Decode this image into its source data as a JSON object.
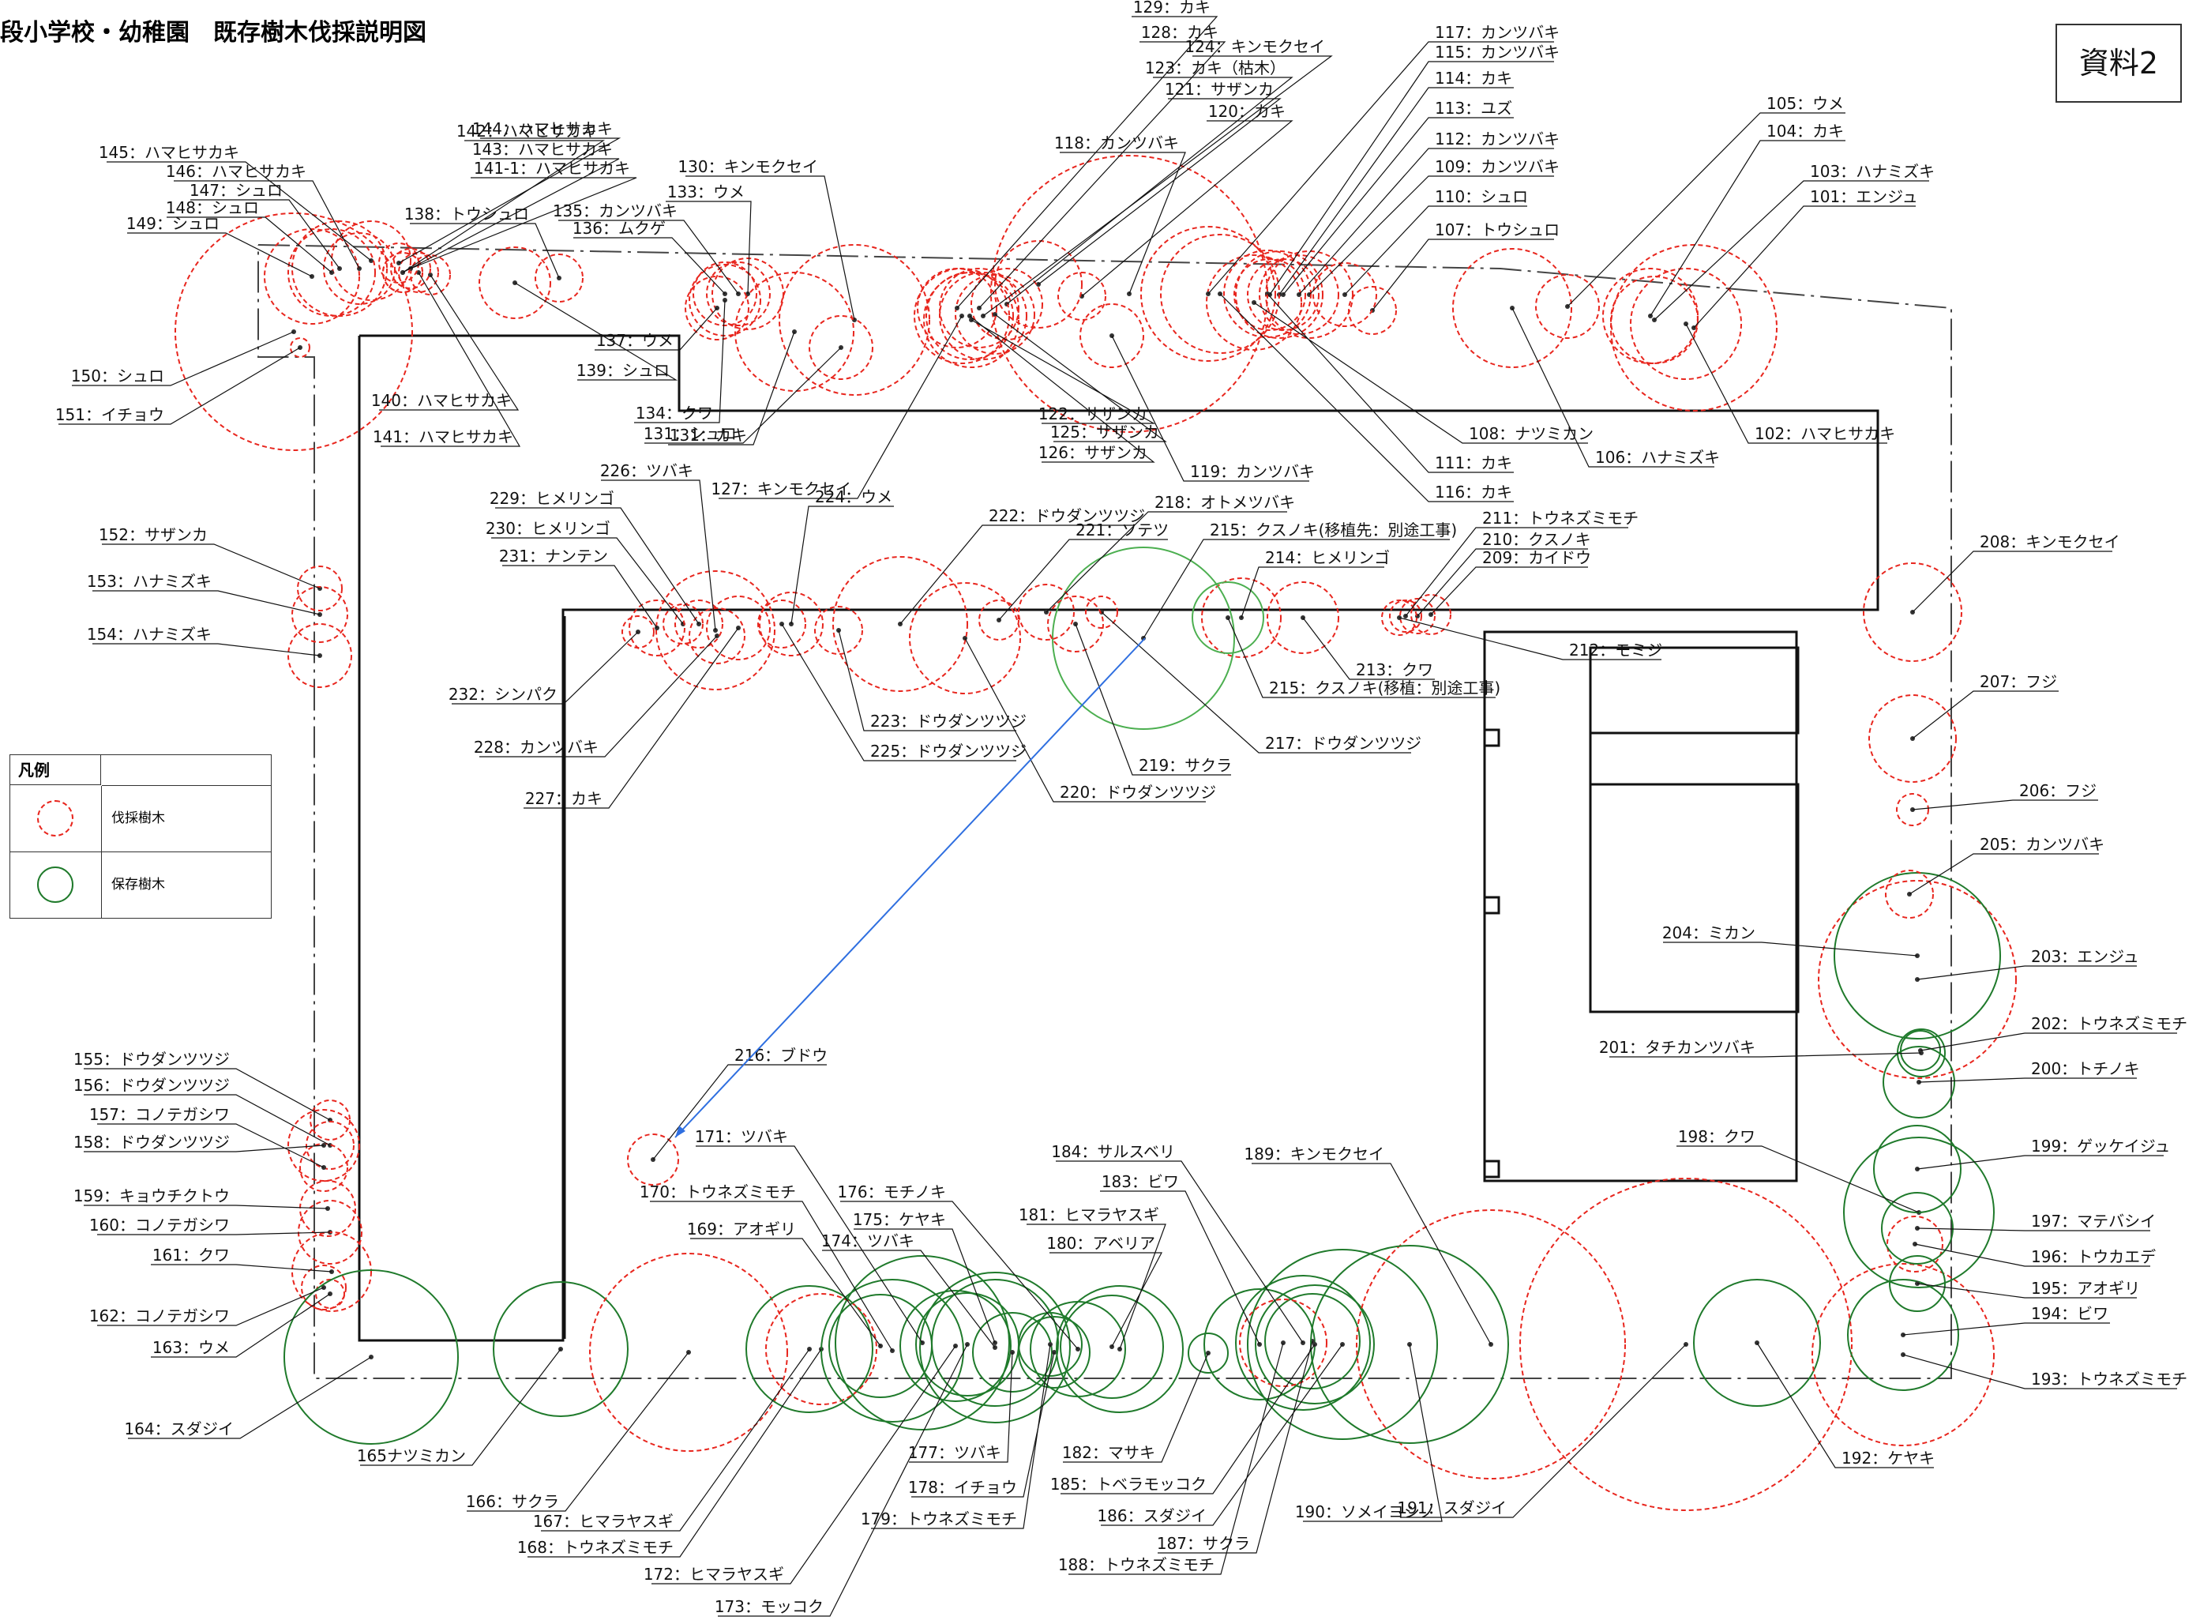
{
  "title": "段小学校・幼稚園　既存樹木伐採説明図",
  "badge": "資料2",
  "legend": {
    "header": "凡例",
    "items": [
      {
        "label": "伐採樹木",
        "type": "cut"
      },
      {
        "label": "保存樹木",
        "type": "keep"
      }
    ]
  },
  "colors": {
    "cut": "#e8261e",
    "keep": "#1f7a2b",
    "transplant": "#4caf50",
    "arrow": "#2f6fe0",
    "line": "#111111"
  },
  "trees": [
    {
      "label": "101：エンジュ",
      "type": "cut"
    },
    {
      "label": "102：ハマヒサカキ",
      "type": "cut"
    },
    {
      "label": "103：ハナミズキ",
      "type": "cut"
    },
    {
      "label": "104：カキ",
      "type": "cut"
    },
    {
      "label": "105：ウメ",
      "type": "cut"
    },
    {
      "label": "106：ハナミズキ",
      "type": "cut"
    },
    {
      "label": "107：トウシュロ",
      "type": "cut"
    },
    {
      "label": "108：ナツミカン",
      "type": "cut"
    },
    {
      "label": "109：カンツバキ",
      "type": "cut"
    },
    {
      "label": "110：シュロ",
      "type": "cut"
    },
    {
      "label": "111：カキ",
      "type": "cut"
    },
    {
      "label": "112：カンツバキ",
      "type": "cut"
    },
    {
      "label": "113：ユズ",
      "type": "cut"
    },
    {
      "label": "114：カキ",
      "type": "cut"
    },
    {
      "label": "115：カンツバキ",
      "type": "cut"
    },
    {
      "label": "116：カキ",
      "type": "cut"
    },
    {
      "label": "117：カンツバキ",
      "type": "cut"
    },
    {
      "label": "118：カンツバキ",
      "type": "cut"
    },
    {
      "label": "119：カンツバキ",
      "type": "cut"
    },
    {
      "label": "120：カキ",
      "type": "cut"
    },
    {
      "label": "121：サザンカ",
      "type": "cut"
    },
    {
      "label": "122：サザンカ",
      "type": "cut"
    },
    {
      "label": "123：カキ（枯木）",
      "type": "cut"
    },
    {
      "label": "124：キンモクセイ",
      "type": "cut"
    },
    {
      "label": "125：サザンカ",
      "type": "cut"
    },
    {
      "label": "126：サザンカ",
      "type": "cut"
    },
    {
      "label": "127：キンモクセイ",
      "type": "cut"
    },
    {
      "label": "128：カキ",
      "type": "cut"
    },
    {
      "label": "129：カキ",
      "type": "cut"
    },
    {
      "label": "130：キンモクセイ",
      "type": "cut"
    },
    {
      "label": "131：カキ",
      "type": "cut"
    },
    {
      "label": "131：シュロ",
      "type": "cut"
    },
    {
      "label": "133：ウメ",
      "type": "cut"
    },
    {
      "label": "134：クワ",
      "type": "cut"
    },
    {
      "label": "135：カンツバキ",
      "type": "cut"
    },
    {
      "label": "136：ムクゲ",
      "type": "cut"
    },
    {
      "label": "137：ウメ",
      "type": "cut"
    },
    {
      "label": "138：トウシュロ",
      "type": "cut"
    },
    {
      "label": "139：シュロ",
      "type": "cut"
    },
    {
      "label": "140：ハマヒサカキ",
      "type": "cut"
    },
    {
      "label": "141：ハマヒサカキ",
      "type": "cut"
    },
    {
      "label": "141-1：ハマヒサカキ",
      "type": "cut"
    },
    {
      "label": "142：ハマヒサカキ",
      "type": "cut"
    },
    {
      "label": "143：ハマヒサカキ",
      "type": "cut"
    },
    {
      "label": "144：ハマヒサカキ",
      "type": "cut"
    },
    {
      "label": "145：ハマヒサカキ",
      "type": "cut"
    },
    {
      "label": "146：ハマヒサカキ",
      "type": "cut"
    },
    {
      "label": "147：シュロ",
      "type": "cut"
    },
    {
      "label": "148：シュロ",
      "type": "cut"
    },
    {
      "label": "149：シュロ",
      "type": "cut"
    },
    {
      "label": "150：シュロ",
      "type": "cut"
    },
    {
      "label": "151：イチョウ",
      "type": "cut"
    },
    {
      "label": "152：サザンカ",
      "type": "cut"
    },
    {
      "label": "153：ハナミズキ",
      "type": "cut"
    },
    {
      "label": "154：ハナミズキ",
      "type": "cut"
    },
    {
      "label": "155：ドウダンツツジ",
      "type": "cut"
    },
    {
      "label": "156：ドウダンツツジ",
      "type": "cut"
    },
    {
      "label": "157：コノテガシワ",
      "type": "cut"
    },
    {
      "label": "158：ドウダンツツジ",
      "type": "cut"
    },
    {
      "label": "159：キョウチクトウ",
      "type": "cut"
    },
    {
      "label": "160：コノテガシワ",
      "type": "cut"
    },
    {
      "label": "161：クワ",
      "type": "cut"
    },
    {
      "label": "162：コノテガシワ",
      "type": "cut"
    },
    {
      "label": "163：ウメ",
      "type": "cut"
    },
    {
      "label": "164：スダジイ",
      "type": "keep"
    },
    {
      "label": "165ナツミカン",
      "type": "keep"
    },
    {
      "label": "166：サクラ",
      "type": "cut"
    },
    {
      "label": "167：ヒマラヤスギ",
      "type": "keep"
    },
    {
      "label": "168：トウネズミモチ",
      "type": "cut"
    },
    {
      "label": "169：アオギリ",
      "type": "keep"
    },
    {
      "label": "170：トウネズミモチ",
      "type": "keep"
    },
    {
      "label": "171：ツバキ",
      "type": "keep"
    },
    {
      "label": "172：ヒマラヤスギ",
      "type": "keep"
    },
    {
      "label": "173：モッコク",
      "type": "keep"
    },
    {
      "label": "174：ツバキ",
      "type": "keep"
    },
    {
      "label": "175：ケヤキ",
      "type": "keep"
    },
    {
      "label": "176：モチノキ",
      "type": "keep"
    },
    {
      "label": "177：ツバキ",
      "type": "keep"
    },
    {
      "label": "178：イチョウ",
      "type": "keep"
    },
    {
      "label": "179：トウネズミモチ",
      "type": "keep"
    },
    {
      "label": "180：アベリア",
      "type": "keep"
    },
    {
      "label": "181：ヒマラヤスギ",
      "type": "keep"
    },
    {
      "label": "182：マサキ",
      "type": "keep"
    },
    {
      "label": "183：ビワ",
      "type": "keep"
    },
    {
      "label": "184：サルスベリ",
      "type": "keep"
    },
    {
      "label": "185：トベラモッコク",
      "type": "keep"
    },
    {
      "label": "186：スダジイ",
      "type": "keep"
    },
    {
      "label": "187：サクラ",
      "type": "keep"
    },
    {
      "label": "188：トウネズミモチ",
      "type": "cut"
    },
    {
      "label": "189：キンモクセイ",
      "type": "cut"
    },
    {
      "label": "190：ソメイヨシノ",
      "type": "keep"
    },
    {
      "label": "191：スダジイ",
      "type": "cut"
    },
    {
      "label": "192：ケヤキ",
      "type": "keep"
    },
    {
      "label": "193：トウネズミモチ",
      "type": "cut"
    },
    {
      "label": "194：ビワ",
      "type": "keep"
    },
    {
      "label": "195：アオギリ",
      "type": "keep"
    },
    {
      "label": "196：トウカエデ",
      "type": "cut"
    },
    {
      "label": "197：マテバシイ",
      "type": "keep"
    },
    {
      "label": "198：クワ",
      "type": "keep"
    },
    {
      "label": "199：ゲッケイジュ",
      "type": "keep"
    },
    {
      "label": "200：トチノキ",
      "type": "keep"
    },
    {
      "label": "201：タチカンツバキ",
      "type": "keep"
    },
    {
      "label": "202：トウネズミモチ",
      "type": "keep"
    },
    {
      "label": "203：エンジュ",
      "type": "cut"
    },
    {
      "label": "204：ミカン",
      "type": "keep"
    },
    {
      "label": "205：カンツバキ",
      "type": "cut"
    },
    {
      "label": "206：フジ",
      "type": "cut"
    },
    {
      "label": "207：フジ",
      "type": "cut"
    },
    {
      "label": "208：キンモクセイ",
      "type": "cut"
    },
    {
      "label": "209：カイドウ",
      "type": "cut"
    },
    {
      "label": "210：クスノキ",
      "type": "cut"
    },
    {
      "label": "211：トウネズミモチ",
      "type": "cut"
    },
    {
      "label": "212：モミジ",
      "type": "cut"
    },
    {
      "label": "213：クワ",
      "type": "cut"
    },
    {
      "label": "214：ヒメリンゴ",
      "type": "cut"
    },
    {
      "label": "215：クスノキ(移植：別途工事)",
      "type": "transplant"
    },
    {
      "label": "215：クスノキ(移植先：別途工事)",
      "type": "transplant"
    },
    {
      "label": "216：ブドウ",
      "type": "cut"
    },
    {
      "label": "217：ドウダンツツジ",
      "type": "cut"
    },
    {
      "label": "218：オトメツバキ",
      "type": "cut"
    },
    {
      "label": "219：サクラ",
      "type": "cut"
    },
    {
      "label": "220：ドウダンツツジ",
      "type": "cut"
    },
    {
      "label": "221：ソテツ",
      "type": "cut"
    },
    {
      "label": "222：ドウダンツツジ",
      "type": "cut"
    },
    {
      "label": "223：ドウダンツツジ",
      "type": "cut"
    },
    {
      "label": "224：ウメ",
      "type": "cut"
    },
    {
      "label": "225：ドウダンツツジ",
      "type": "cut"
    },
    {
      "label": "226：ツバキ",
      "type": "cut"
    },
    {
      "label": "227：カキ",
      "type": "cut"
    },
    {
      "label": "228：カンツバキ",
      "type": "cut"
    },
    {
      "label": "229：ヒメリンゴ",
      "type": "cut"
    },
    {
      "label": "230：ヒメリンゴ",
      "type": "cut"
    },
    {
      "label": "231：ナンテン",
      "type": "cut"
    },
    {
      "label": "232：シンパク",
      "type": "cut"
    }
  ]
}
